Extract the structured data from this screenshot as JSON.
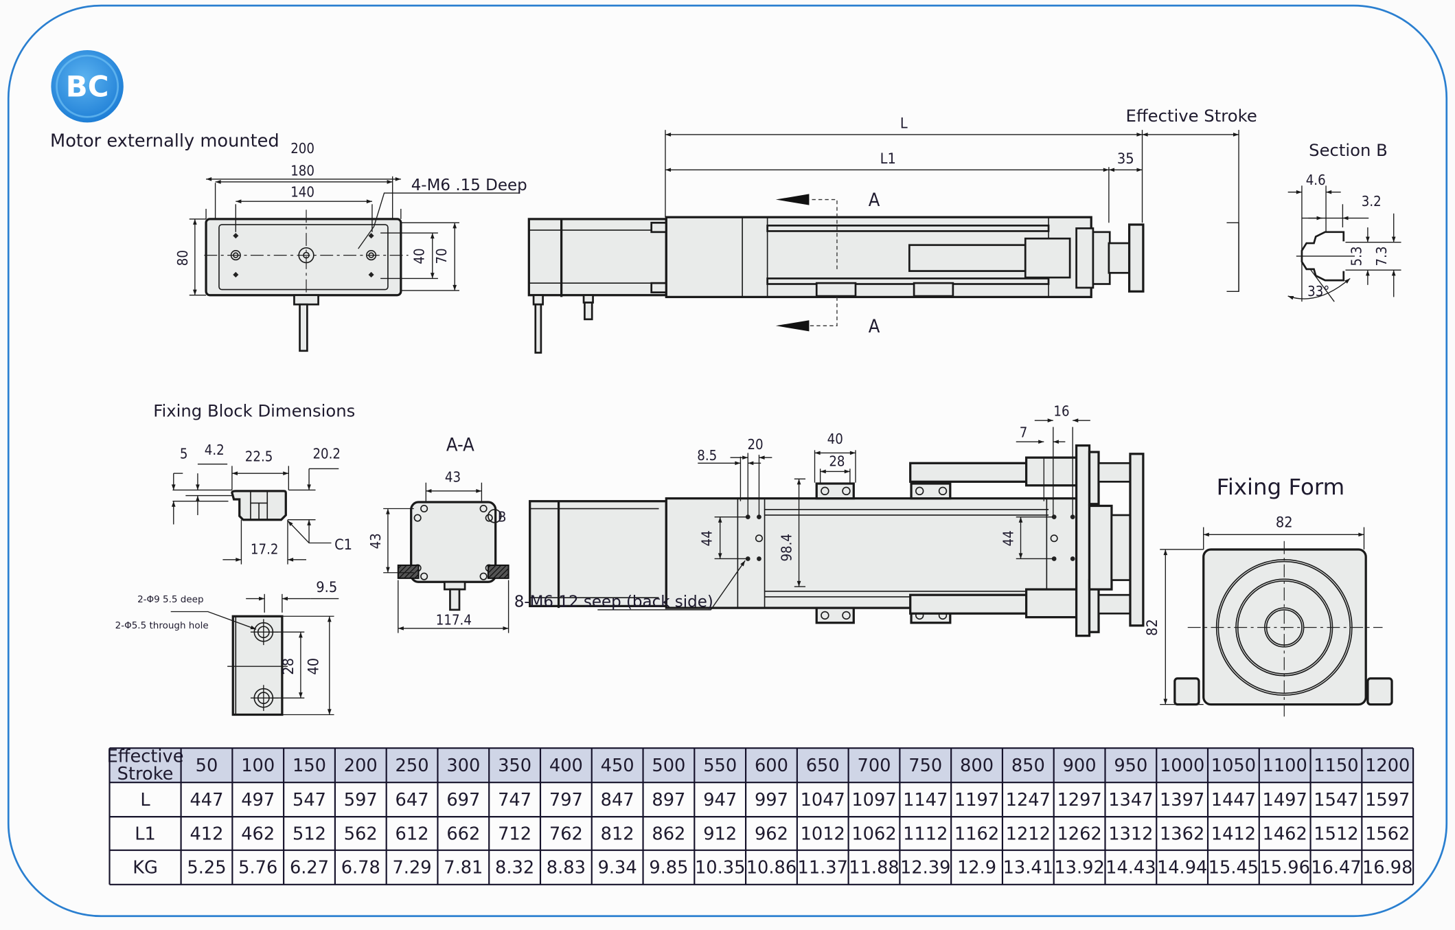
{
  "badge": {
    "text": "BC",
    "color": "#2a8fe0"
  },
  "frame_color": "#2a7fd0",
  "titles": {
    "motor_mount": "Motor externally mounted",
    "effective_stroke": "Effective Stroke",
    "section_b": "Section B",
    "fixing_block": "Fixing Block Dimensions",
    "section_aa": "A-A",
    "fixing_form": "Fixing Form"
  },
  "front_view": {
    "dims": {
      "w200": "200",
      "w180": "180",
      "w140": "140",
      "h80": "80",
      "h40": "40",
      "h70": "70"
    },
    "note": "4-M6 .15 Deep"
  },
  "side_view": {
    "dims": {
      "L": "L",
      "L1": "L1",
      "d35": "35"
    },
    "section_marks": [
      "A",
      "A"
    ]
  },
  "section_b": {
    "dims": {
      "a": "4.6",
      "b": "3.2",
      "c": "5.3",
      "d": "7.3",
      "angle": "33°"
    }
  },
  "fixing_block": {
    "dims": {
      "d5": "5",
      "d4_2": "4.2",
      "d22_5": "22.5",
      "d20_2": "20.2",
      "d17_2": "17.2",
      "c1": "C1",
      "d9_5": "9.5",
      "d28": "28",
      "d40": "40"
    },
    "notes": [
      "2-Φ9 5.5 deep",
      "2-Φ5.5 through hole"
    ]
  },
  "section_aa": {
    "dims": {
      "w43": "43",
      "h43": "43",
      "w117": "117.4"
    },
    "mark": "B"
  },
  "top_view": {
    "dims": {
      "d8_5": "8.5",
      "d20": "20",
      "d40": "40",
      "d28": "28",
      "d44a": "44",
      "d98_4": "98.4",
      "d7": "7",
      "d16": "16",
      "d44b": "44"
    },
    "note": "8-M6  12 seep (back side)"
  },
  "fixing_form": {
    "dims": {
      "w82": "82",
      "h82": "82"
    }
  },
  "table": {
    "row_header": "Effective Stroke",
    "strokes": [
      "50",
      "100",
      "150",
      "200",
      "250",
      "300",
      "350",
      "400",
      "450",
      "500",
      "550",
      "600",
      "650",
      "700",
      "750",
      "800",
      "850",
      "900",
      "950",
      "1000",
      "1050",
      "1100",
      "1150",
      "1200"
    ],
    "rows": [
      {
        "label": "L",
        "values": [
          "447",
          "497",
          "547",
          "597",
          "647",
          "697",
          "747",
          "797",
          "847",
          "897",
          "947",
          "997",
          "1047",
          "1097",
          "1147",
          "1197",
          "1247",
          "1297",
          "1347",
          "1397",
          "1447",
          "1497",
          "1547",
          "1597"
        ]
      },
      {
        "label": "L1",
        "values": [
          "412",
          "462",
          "512",
          "562",
          "612",
          "662",
          "712",
          "762",
          "812",
          "862",
          "912",
          "962",
          "1012",
          "1062",
          "1112",
          "1162",
          "1212",
          "1262",
          "1312",
          "1362",
          "1412",
          "1462",
          "1512",
          "1562"
        ]
      },
      {
        "label": "KG",
        "values": [
          "5.25",
          "5.76",
          "6.27",
          "6.78",
          "7.29",
          "7.81",
          "8.32",
          "8.83",
          "9.34",
          "9.85",
          "10.35",
          "10.86",
          "11.37",
          "11.88",
          "12.39",
          "12.9",
          "13.41",
          "13.92",
          "14.43",
          "14.94",
          "15.45",
          "15.96",
          "16.47",
          "16.98"
        ]
      }
    ]
  }
}
